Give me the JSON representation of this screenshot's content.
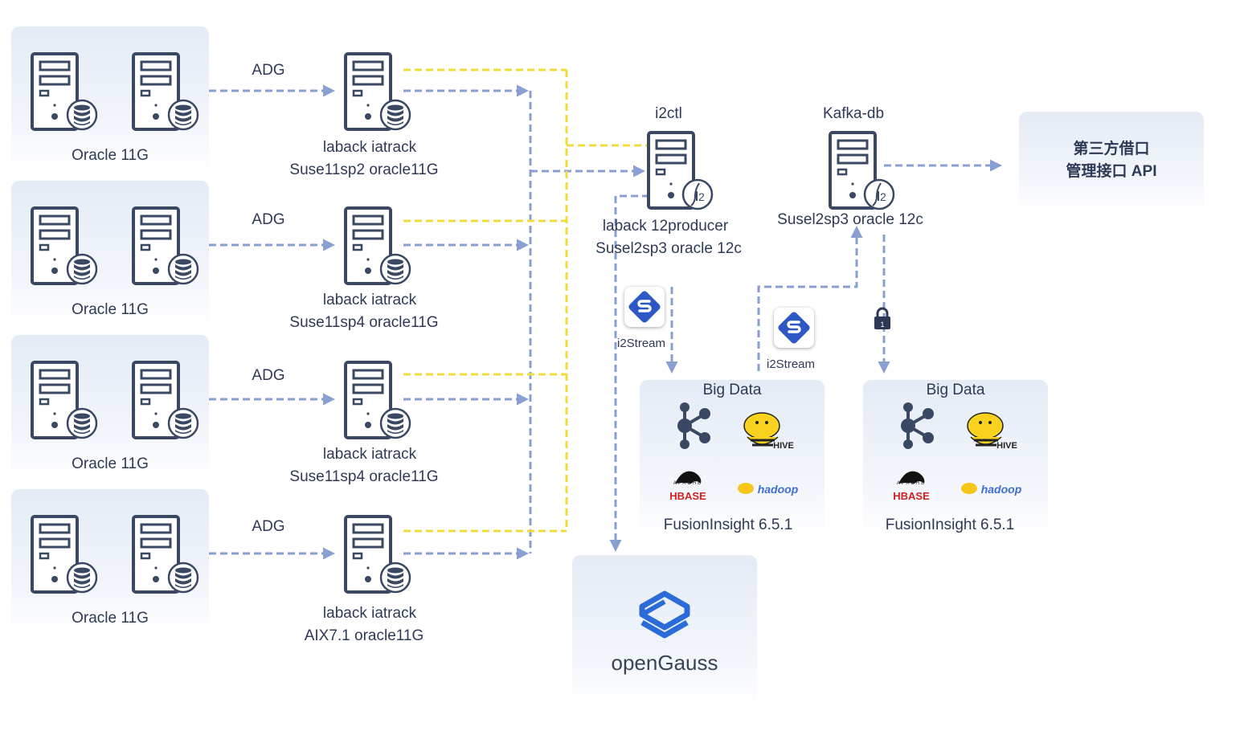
{
  "sources": [
    {
      "label": "Oracle 11G",
      "adg": "ADG",
      "target_name": "laback iatrack",
      "target_os": "Suse11sp2 oracle11G"
    },
    {
      "label": "Oracle 11G",
      "adg": "ADG",
      "target_name": "laback iatrack",
      "target_os": "Suse11sp4 oracle11G"
    },
    {
      "label": "Oracle 11G",
      "adg": "ADG",
      "target_name": "laback iatrack",
      "target_os": "Suse11sp4 oracle11G"
    },
    {
      "label": "Oracle 11G",
      "adg": "ADG",
      "target_name": "laback iatrack",
      "target_os": "AIX7.1 oracle11G"
    }
  ],
  "i2ctl": {
    "title": "i2ctl",
    "line1": "laback 12producer",
    "line2": "Susel2sp3 oracle 12c"
  },
  "kafka": {
    "title": "Kafka-db",
    "line1": "Susel2sp3 oracle 12c"
  },
  "api": {
    "line1": "第三方借口",
    "line2": "管理接口 API"
  },
  "i2stream_left": "i2Stream",
  "i2stream_right": "i2Stream",
  "bigdata_left": {
    "title": "Big Data",
    "footer": "FusionInsight 6.5.1",
    "hive": "HIVE",
    "hbase": "HBASE",
    "apache": "APACHE",
    "hadoop": "hadoop"
  },
  "bigdata_right": {
    "title": "Big Data",
    "footer": "FusionInsight 6.5.1",
    "hive": "HIVE",
    "hbase": "HBASE",
    "apache": "APACHE",
    "hadoop": "hadoop"
  },
  "opengauss": {
    "label": "openGauss"
  },
  "colors": {
    "blue_line": "#8a9fd1",
    "yellow_line": "#f0dc3c",
    "server": "#3a4864"
  }
}
